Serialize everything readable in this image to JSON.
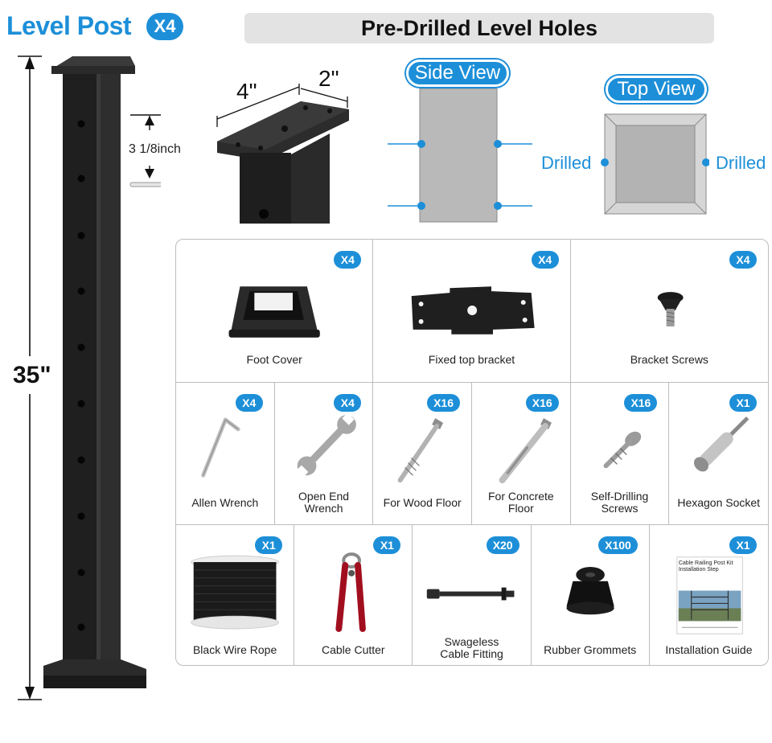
{
  "header": {
    "title": "Level Post",
    "title_qty": "X4",
    "banner": "Pre-Drilled Level Holes"
  },
  "post": {
    "height": "35\"",
    "hole_spacing": "3 1/8inch",
    "top_width_a": "4\"",
    "top_width_b": "2\""
  },
  "views": {
    "side": "Side View",
    "top": "Top View",
    "drilled_left": "Drilled",
    "drilled_right": "Drilled"
  },
  "parts": {
    "row1": [
      {
        "qty": "X4",
        "label": "Foot Cover",
        "icon": "foot-cover-icon"
      },
      {
        "qty": "X4",
        "label": "Fixed top bracket",
        "icon": "bracket-icon"
      },
      {
        "qty": "X4",
        "label": "Bracket Screws",
        "icon": "screw-icon"
      }
    ],
    "row2": [
      {
        "qty": "X4",
        "label": "Allen Wrench",
        "icon": "allen-wrench-icon"
      },
      {
        "qty": "X4",
        "label": "Open End Wrench",
        "icon": "open-end-wrench-icon"
      },
      {
        "qty": "X16",
        "label": "For Wood Floor",
        "icon": "lag-screw-icon"
      },
      {
        "qty": "X16",
        "label": "For Concrete Floor",
        "icon": "anchor-bolt-icon"
      },
      {
        "qty": "X16",
        "label": "Self-Drilling Screws",
        "icon": "self-drilling-screw-icon"
      },
      {
        "qty": "X1",
        "label": "Hexagon Socket",
        "icon": "hex-socket-icon"
      }
    ],
    "row3": [
      {
        "qty": "X1",
        "label": "Black Wire Rope",
        "icon": "wire-rope-spool-icon"
      },
      {
        "qty": "X1",
        "label": "Cable Cutter",
        "icon": "cable-cutter-icon"
      },
      {
        "qty": "X20",
        "label": "Swageless Cable Fitting",
        "icon": "cable-fitting-icon"
      },
      {
        "qty": "X100",
        "label": "Rubber Grommets",
        "icon": "grommet-icon"
      },
      {
        "qty": "X1",
        "label": "Installation Guide",
        "icon": "guide-booklet-icon"
      }
    ]
  },
  "guide_cover": {
    "title_line1": "Cable Railing Post Kit",
    "title_line2": "Installation Step"
  },
  "colors": {
    "accent": "#1d8fd8",
    "post": "#1c1c1c",
    "panel_border": "#bdbdbd",
    "banner_bg": "#e3e3e3"
  }
}
